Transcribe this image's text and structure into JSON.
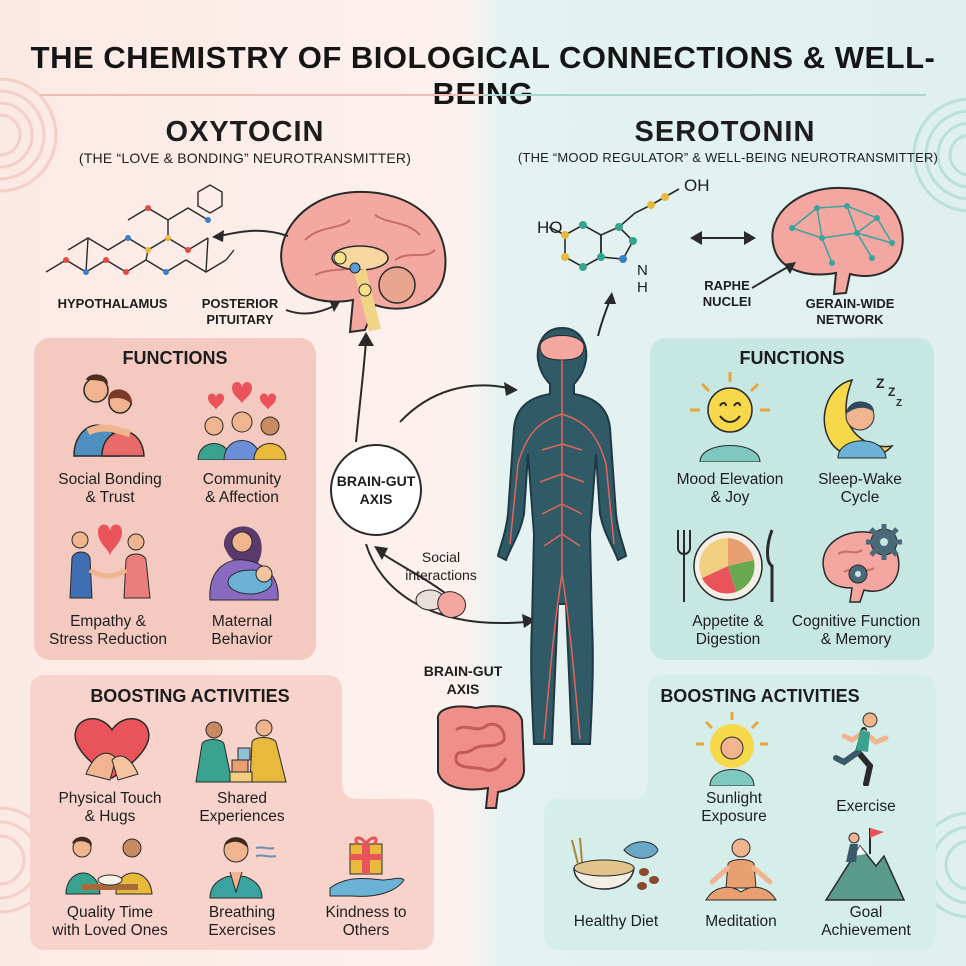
{
  "title": "THE CHEMISTRY OF BIOLOGICAL CONNECTIONS & WELL-BEING",
  "oxytocin": {
    "heading": "OXYTOCIN",
    "subtitle": "(THE “LOVE & BONDING” NEUROTRANSMITTER)",
    "labels": {
      "hypothalamus": "HYPOTHALAMUS",
      "posterior_pituitary": "POSTERIOR\nPITUITARY"
    },
    "functions": {
      "title": "FUNCTIONS",
      "items": [
        {
          "label": "Social Bonding\n& Trust",
          "icon": "hugging-couple-icon"
        },
        {
          "label": "Community\n& Affection",
          "icon": "group-hearts-icon"
        },
        {
          "label": "Empathy &\nStress Reduction",
          "icon": "holding-hands-icon"
        },
        {
          "label": "Maternal\nBehavior",
          "icon": "mother-child-icon"
        }
      ]
    },
    "boosting": {
      "title": "BOOSTING ACTIVITIES",
      "items": [
        {
          "label": "Physical Touch\n& Hugs",
          "icon": "heart-hands-icon"
        },
        {
          "label": "Shared\nExperiences",
          "icon": "shared-building-icon"
        },
        {
          "label": "Quality Time\nwith Loved Ones",
          "icon": "dining-together-icon"
        },
        {
          "label": "Breathing\nExercises",
          "icon": "breathing-icon"
        },
        {
          "label": "Kindness to\nOthers",
          "icon": "gift-hand-icon"
        }
      ]
    }
  },
  "serotonin": {
    "heading": "SEROTONIN",
    "subtitle": "(THE “MOOD REGULATOR” & WELL-BEING NEUROTRANSMITTER)",
    "labels": {
      "raphe_nuclei": "RAPHE\nNUCLEI",
      "brain_network": "GERAIN-WIDE\nNETWORK",
      "ho": "HO",
      "oh": "OH",
      "nh": "N\nH"
    },
    "functions": {
      "title": "FUNCTIONS",
      "items": [
        {
          "label": "Mood Elevation\n& Joy",
          "icon": "smiling-sun-icon"
        },
        {
          "label": "Sleep-Wake\nCycle",
          "icon": "moon-sleep-icon"
        },
        {
          "label": "Appetite &\nDigestion",
          "icon": "plate-utensils-icon"
        },
        {
          "label": "Cognitive Function\n& Memory",
          "icon": "brain-gears-icon"
        }
      ]
    },
    "boosting": {
      "title": "BOOSTING ACTIVITIES",
      "items": [
        {
          "label": "Sunlight\nExposure",
          "icon": "sunlight-person-icon"
        },
        {
          "label": "Exercise",
          "icon": "runner-icon"
        },
        {
          "label": "Healthy Diet",
          "icon": "food-bowl-icon"
        },
        {
          "label": "Meditation",
          "icon": "meditation-icon"
        },
        {
          "label": "Goal\nAchievement",
          "icon": "mountain-flag-icon"
        }
      ]
    }
  },
  "center": {
    "brain_gut_axis_circle": "BRAIN-GUT\nAXIS",
    "social_interactions": "Social\ninteractions",
    "brain_gut_axis_lower": "BRAIN-GUT\nAXIS"
  },
  "colors": {
    "oxytocin_panel": "#f4c9c0",
    "oxytocin_panel_light": "#f9dcd5",
    "serotonin_panel": "#c6e7e2",
    "serotonin_panel_light": "#d5eeea",
    "brain_pink": "#f3a7a0",
    "body_teal": "#2f5a66",
    "nerve_red": "#e0665a"
  }
}
